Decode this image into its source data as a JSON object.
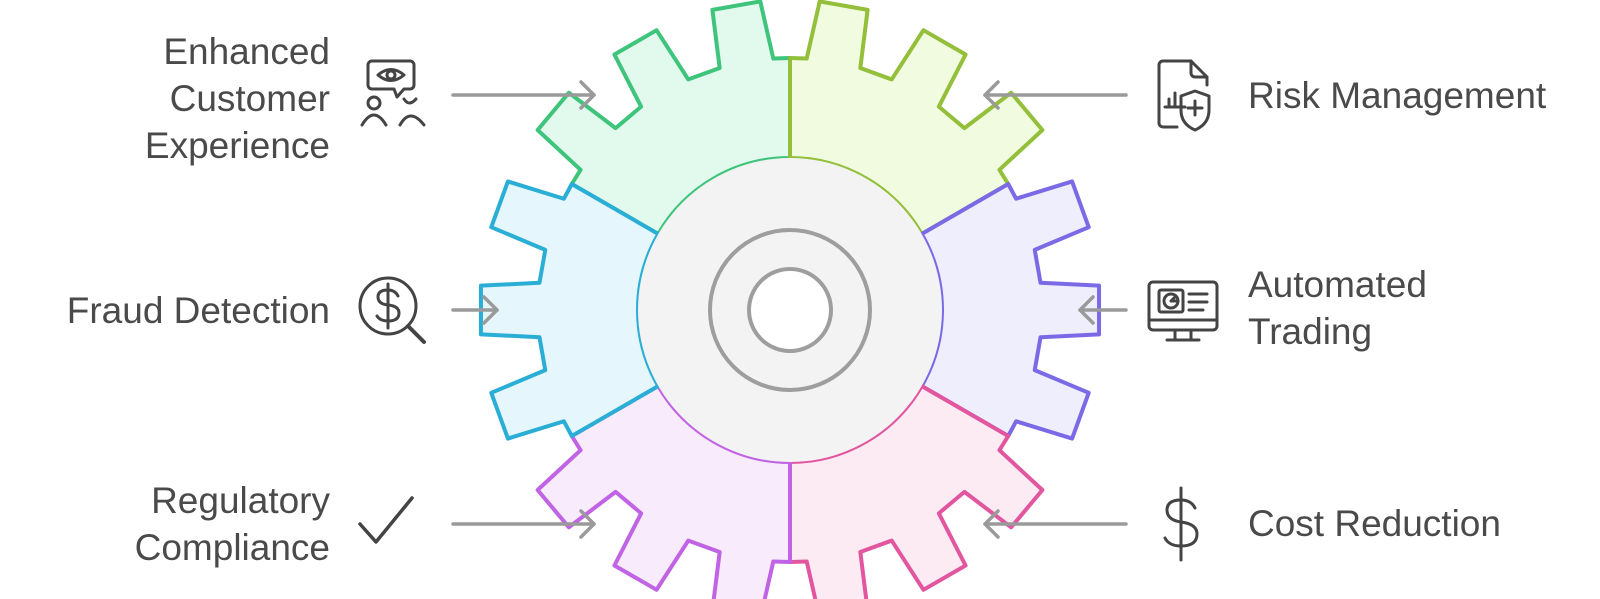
{
  "colors": {
    "text": "#4a4a4a",
    "arrow": "#9a9a9a",
    "icon": "#444444",
    "hub_fill": "#f3f3f3",
    "hub_stroke": "#9e9e9e"
  },
  "items": [
    {
      "id": "enhanced-customer-experience",
      "side": "left",
      "lines": [
        "Enhanced",
        "Customer",
        "Experience"
      ],
      "icon": "customer-insight-icon",
      "stroke": "#3fc47c",
      "fill": "#e2faee"
    },
    {
      "id": "risk-management",
      "side": "right",
      "lines": [
        "Risk Management"
      ],
      "icon": "risk-shield-document-icon",
      "stroke": "#93bf3a",
      "fill": "#f1fbdf"
    },
    {
      "id": "automated-trading",
      "side": "right",
      "lines": [
        "Automated",
        "Trading"
      ],
      "icon": "trading-monitor-icon",
      "stroke": "#7b6ae6",
      "fill": "#efeefc"
    },
    {
      "id": "cost-reduction",
      "side": "right",
      "lines": [
        "Cost Reduction"
      ],
      "icon": "dollar-sign-icon",
      "stroke": "#e2569f",
      "fill": "#fdebf4"
    },
    {
      "id": "regulatory-compliance",
      "side": "left",
      "lines": [
        "Regulatory",
        "Compliance"
      ],
      "icon": "checkmark-icon",
      "stroke": "#c063e4",
      "fill": "#f8ebfb"
    },
    {
      "id": "fraud-detection",
      "side": "left",
      "lines": [
        "Fraud Detection"
      ],
      "icon": "dollar-magnifier-icon",
      "stroke": "#2aaed6",
      "fill": "#e5f6fc"
    }
  ]
}
